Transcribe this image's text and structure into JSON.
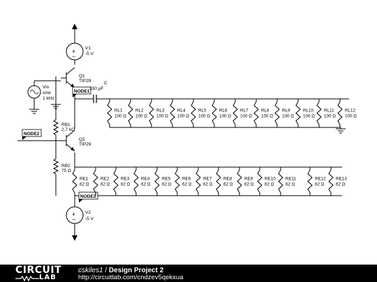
{
  "components": {
    "v1": {
      "name": "V1",
      "value": "-5 V"
    },
    "v2": {
      "name": "V2",
      "value": "-5 V"
    },
    "vin": {
      "name": "Vin",
      "type": "sine",
      "freq": "1 kHz"
    },
    "q1": {
      "name": "Q1",
      "part": "TIP29"
    },
    "q2": {
      "name": "Q2",
      "part": "TIP29"
    },
    "c": {
      "name": "C",
      "value": "330 µF"
    },
    "rb1": {
      "name": "RB1",
      "value": "2.7 kΩ"
    },
    "rb2": {
      "name": "RB2",
      "value": "75 Ω"
    },
    "load_resistors": [
      {
        "name": "RL1",
        "value": "100 Ω"
      },
      {
        "name": "RL2",
        "value": "100 Ω"
      },
      {
        "name": "RL3",
        "value": "100 Ω"
      },
      {
        "name": "RL4",
        "value": "100 Ω"
      },
      {
        "name": "RL5",
        "value": "100 Ω"
      },
      {
        "name": "RL6",
        "value": "100 Ω"
      },
      {
        "name": "RL7",
        "value": "100 Ω"
      },
      {
        "name": "RL8",
        "value": "100 Ω"
      },
      {
        "name": "RL9",
        "value": "100 Ω"
      },
      {
        "name": "RL10",
        "value": "100 Ω"
      },
      {
        "name": "RL11",
        "value": "100 Ω"
      },
      {
        "name": "RL12",
        "value": "100 Ω"
      }
    ],
    "emitter_resistors": [
      {
        "name": "RE1",
        "value": "62 Ω"
      },
      {
        "name": "RE2",
        "value": "62 Ω"
      },
      {
        "name": "RE3",
        "value": "62 Ω"
      },
      {
        "name": "RE4",
        "value": "62 Ω"
      },
      {
        "name": "RE5",
        "value": "62 Ω"
      },
      {
        "name": "RE6",
        "value": "62 Ω"
      },
      {
        "name": "RE7",
        "value": "62 Ω"
      },
      {
        "name": "RE8",
        "value": "62 Ω"
      },
      {
        "name": "RE9",
        "value": "62 Ω"
      },
      {
        "name": "RE10",
        "value": "62 Ω"
      },
      {
        "name": "RE11",
        "value": "62 Ω"
      },
      {
        "name": "RE12",
        "value": "62 Ω"
      },
      {
        "name": "RE13",
        "value": "62 Ω"
      }
    ]
  },
  "nodes": {
    "node1": "NODE1",
    "node2": "NODE2",
    "node3": "NODE3"
  },
  "footer": {
    "logo_top": "CIRCUIT",
    "logo_bottom": "LAB",
    "user": "cskiles1",
    "separator": " / ",
    "project": "Design Project 2",
    "url": "http://circuitlab.com/cndzev5qekxua"
  }
}
